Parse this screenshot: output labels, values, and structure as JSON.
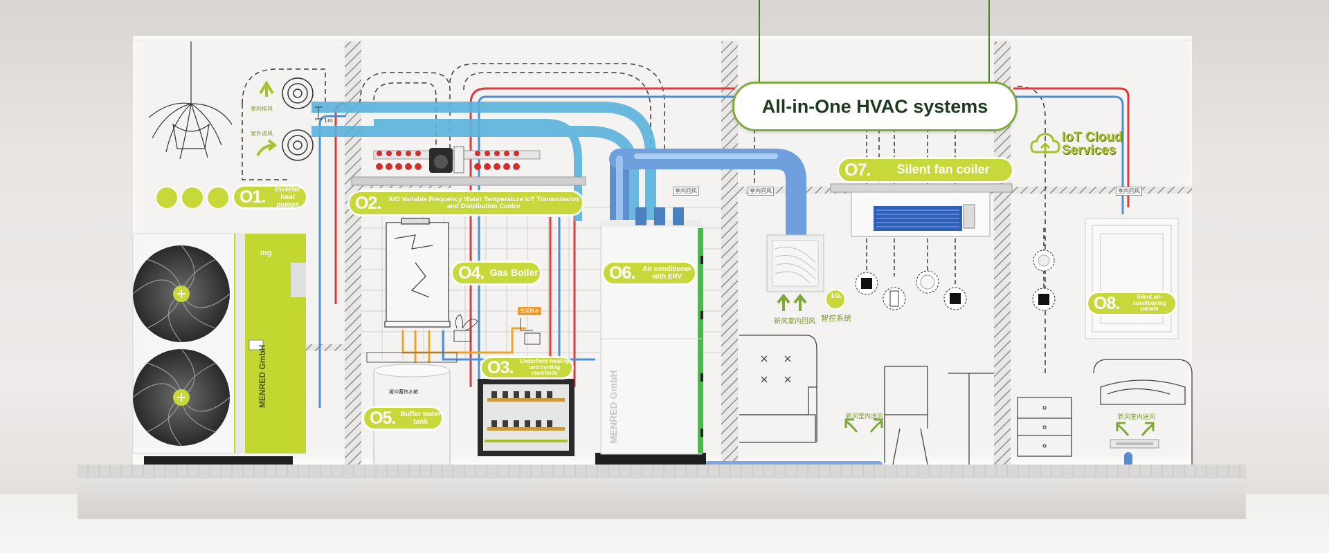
{
  "title": "All-in-One HVAC systems",
  "iot_cloud": {
    "line1": "IoT Cloud",
    "line2": "Services"
  },
  "labels": [
    {
      "num": "O1.",
      "text": "Inverter heat pumps"
    },
    {
      "num": "O2.",
      "text": "AIO Variable Frequency Water Temperature IoT Transmission and Distribution Centre"
    },
    {
      "num": "O3.",
      "text": "Underfloor heating and cooling manifolds"
    },
    {
      "num": "O4.",
      "text": "Gas Boiler"
    },
    {
      "num": "O5.",
      "text": "Buffer water tank"
    },
    {
      "num": "O6.",
      "text": "Air conditioner with ERV"
    },
    {
      "num": "O7.",
      "text": "Silent fan coiler"
    },
    {
      "num": "O8.",
      "text": "Silent air-conditioning panels"
    },
    {
      "num": "1O.",
      "text": "智控系统"
    }
  ],
  "wall_text": {
    "exhaust_air": "室内排风",
    "fresh_air": "室外进风",
    "distance": "1m",
    "indoor_return_left": "室内回风",
    "indoor_return_right": "室内回风",
    "indoor_return_far": "室内回风",
    "fresh_return": "新风室内回风",
    "fresh_supply_living": "新风室内送风",
    "fresh_supply_bed": "新风室内送风",
    "hot_water_tag": "生活热水",
    "tank_label": "缓冲蓄热水箱"
  },
  "brands": {
    "heat_pump": "MENRED GmbH",
    "ac_unit": "MENRED GmbH",
    "heat_pump_logo": "mg"
  },
  "colors": {
    "accent_green": "#c7d83a",
    "dark_green": "#7fa83a",
    "cold_pipe": "#5bb3dd",
    "hot_pipe": "#e23a3a",
    "duct_blue": "#7faee0"
  }
}
